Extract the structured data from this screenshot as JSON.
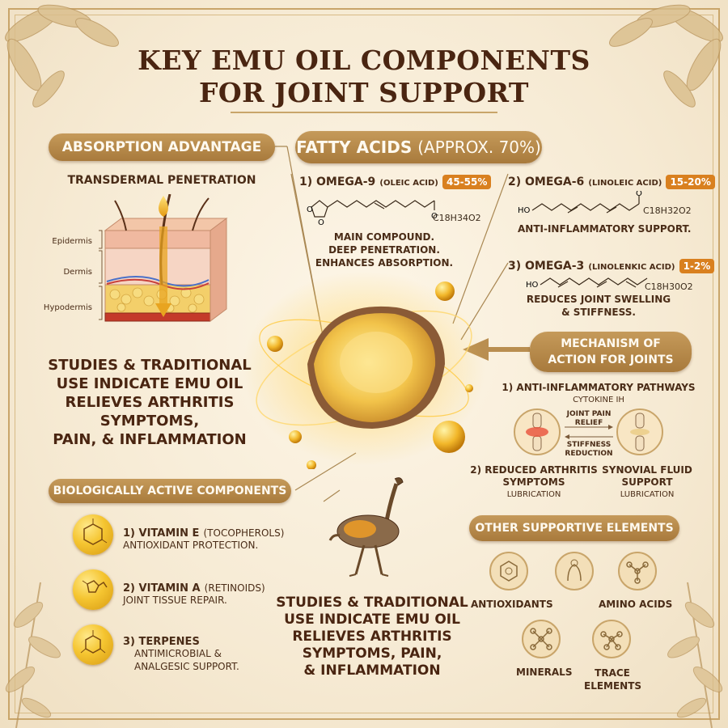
{
  "title": {
    "line1": "KEY EMU OIL COMPONENTS",
    "line2": "FOR JOINT SUPPORT"
  },
  "absorption": {
    "header": "ABSORPTION ADVANTAGE",
    "subtitle": "TRANSDERMAL PENETRATION",
    "layers": [
      "Epidermis",
      "Dermis",
      "Hypodermis"
    ]
  },
  "studies_left": {
    "lines": [
      "STUDIES & TRADITIONAL",
      "USE INDICATE EMU OIL",
      "RELIEVES ARTHRITIS",
      "SYMPTOMS,",
      "PAIN, & INFLAMMATION"
    ]
  },
  "fatty_acids": {
    "header_main": "FATTY ACIDS",
    "header_sub": "(APPROX. 70%)",
    "omega9": {
      "title": "1) OMEGA-9",
      "sub": "(OLEIC ACID)",
      "percent": "45-55%",
      "formula": "C18H34O2",
      "desc": [
        "MAIN COMPOUND.",
        "DEEP PENETRATION.",
        "ENHANCES ABSORPTION."
      ]
    },
    "omega6": {
      "title": "2) OMEGA-6",
      "sub": "(LINOLEIC ACID)",
      "percent": "15-20%",
      "formula": "C18H32O2",
      "desc": "ANTI-INFLAMMATORY SUPPORT."
    },
    "omega3": {
      "title": "3) OMEGA-3",
      "sub": "(LINOLENKIC ACID)",
      "percent": "1-2%",
      "formula": "C18H30O2",
      "desc": [
        "REDUCES JOINT SWELLING",
        "& STIFFNESS."
      ]
    }
  },
  "mechanism": {
    "header": [
      "MECHANISM OF",
      "ACTION FOR JOINTS"
    ],
    "item1": "1) ANTI-INFLAMMATORY PATHWAYS",
    "item1_sub": "CYTOKINE IH",
    "joint_relief": [
      "JOINT PAIN",
      "RELIEF"
    ],
    "stiffness": [
      "STIFFNESS",
      "REDUCTION"
    ],
    "item2": [
      "2) REDUCED ARTHRITIS",
      "SYMPTOMS"
    ],
    "item2_sub": "LUBRICATION",
    "item3": [
      "SYNOVIAL FLUID",
      "SUPPORT"
    ],
    "item3_sub": "LUBRICATION"
  },
  "bio": {
    "header": "BIOLOGICALLY ACTIVE COMPONENTS",
    "items": [
      {
        "title": "1) VITAMIN E",
        "sub": "(TOCOPHEROLS)",
        "desc": [
          "ANTIOXIDANT PROTECTION."
        ]
      },
      {
        "title": "2) VITAMIN A",
        "sub": "(RETINOIDS)",
        "desc": [
          "JOINT TISSUE REPAIR."
        ]
      },
      {
        "title": "3) TERPENES",
        "sub": "",
        "desc": [
          "ANTIMICROBIAL &",
          "ANALGESIC SUPPORT."
        ]
      }
    ]
  },
  "studies_bottom": {
    "lines": [
      "STUDIES & TRADITIONAL",
      "USE INDICATE EMU OIL",
      "RELIEVES ARTHRITIS",
      "SYMPTOMS, PAIN,",
      "& INFLAMMATION"
    ]
  },
  "other": {
    "header": "OTHER SUPPORTIVE ELEMENTS",
    "antioxidants": "ANTIOXIDANTS",
    "amino": "AMINO ACIDS",
    "minerals": "MINERALS",
    "trace": [
      "TRACE",
      "ELEMENTS"
    ]
  },
  "colors": {
    "pill": "#b8884a",
    "tag": "#d9801f",
    "text": "#4a2c17",
    "gold": "#f5c531"
  }
}
